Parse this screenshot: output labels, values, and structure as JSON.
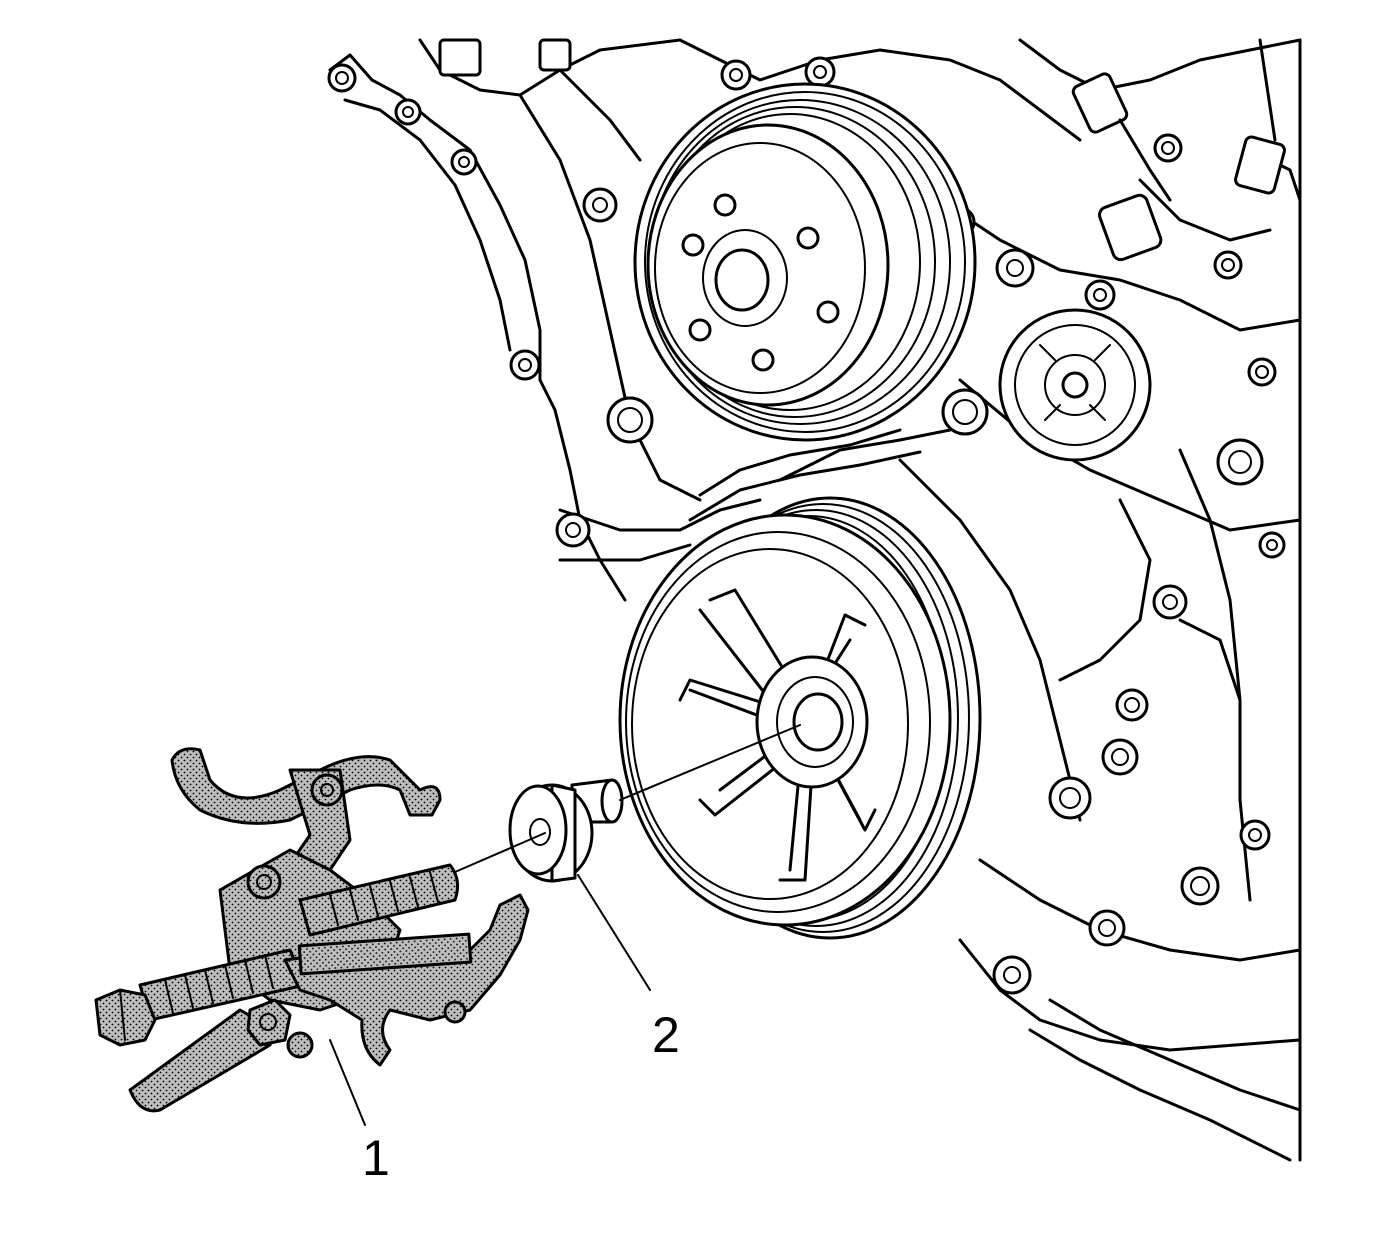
{
  "callouts": [
    {
      "id": "1",
      "label": "1"
    },
    {
      "id": "2",
      "label": "2"
    }
  ],
  "colors": {
    "line": "#000000",
    "background": "#ffffff",
    "tool_fill": "stippled-gray"
  }
}
